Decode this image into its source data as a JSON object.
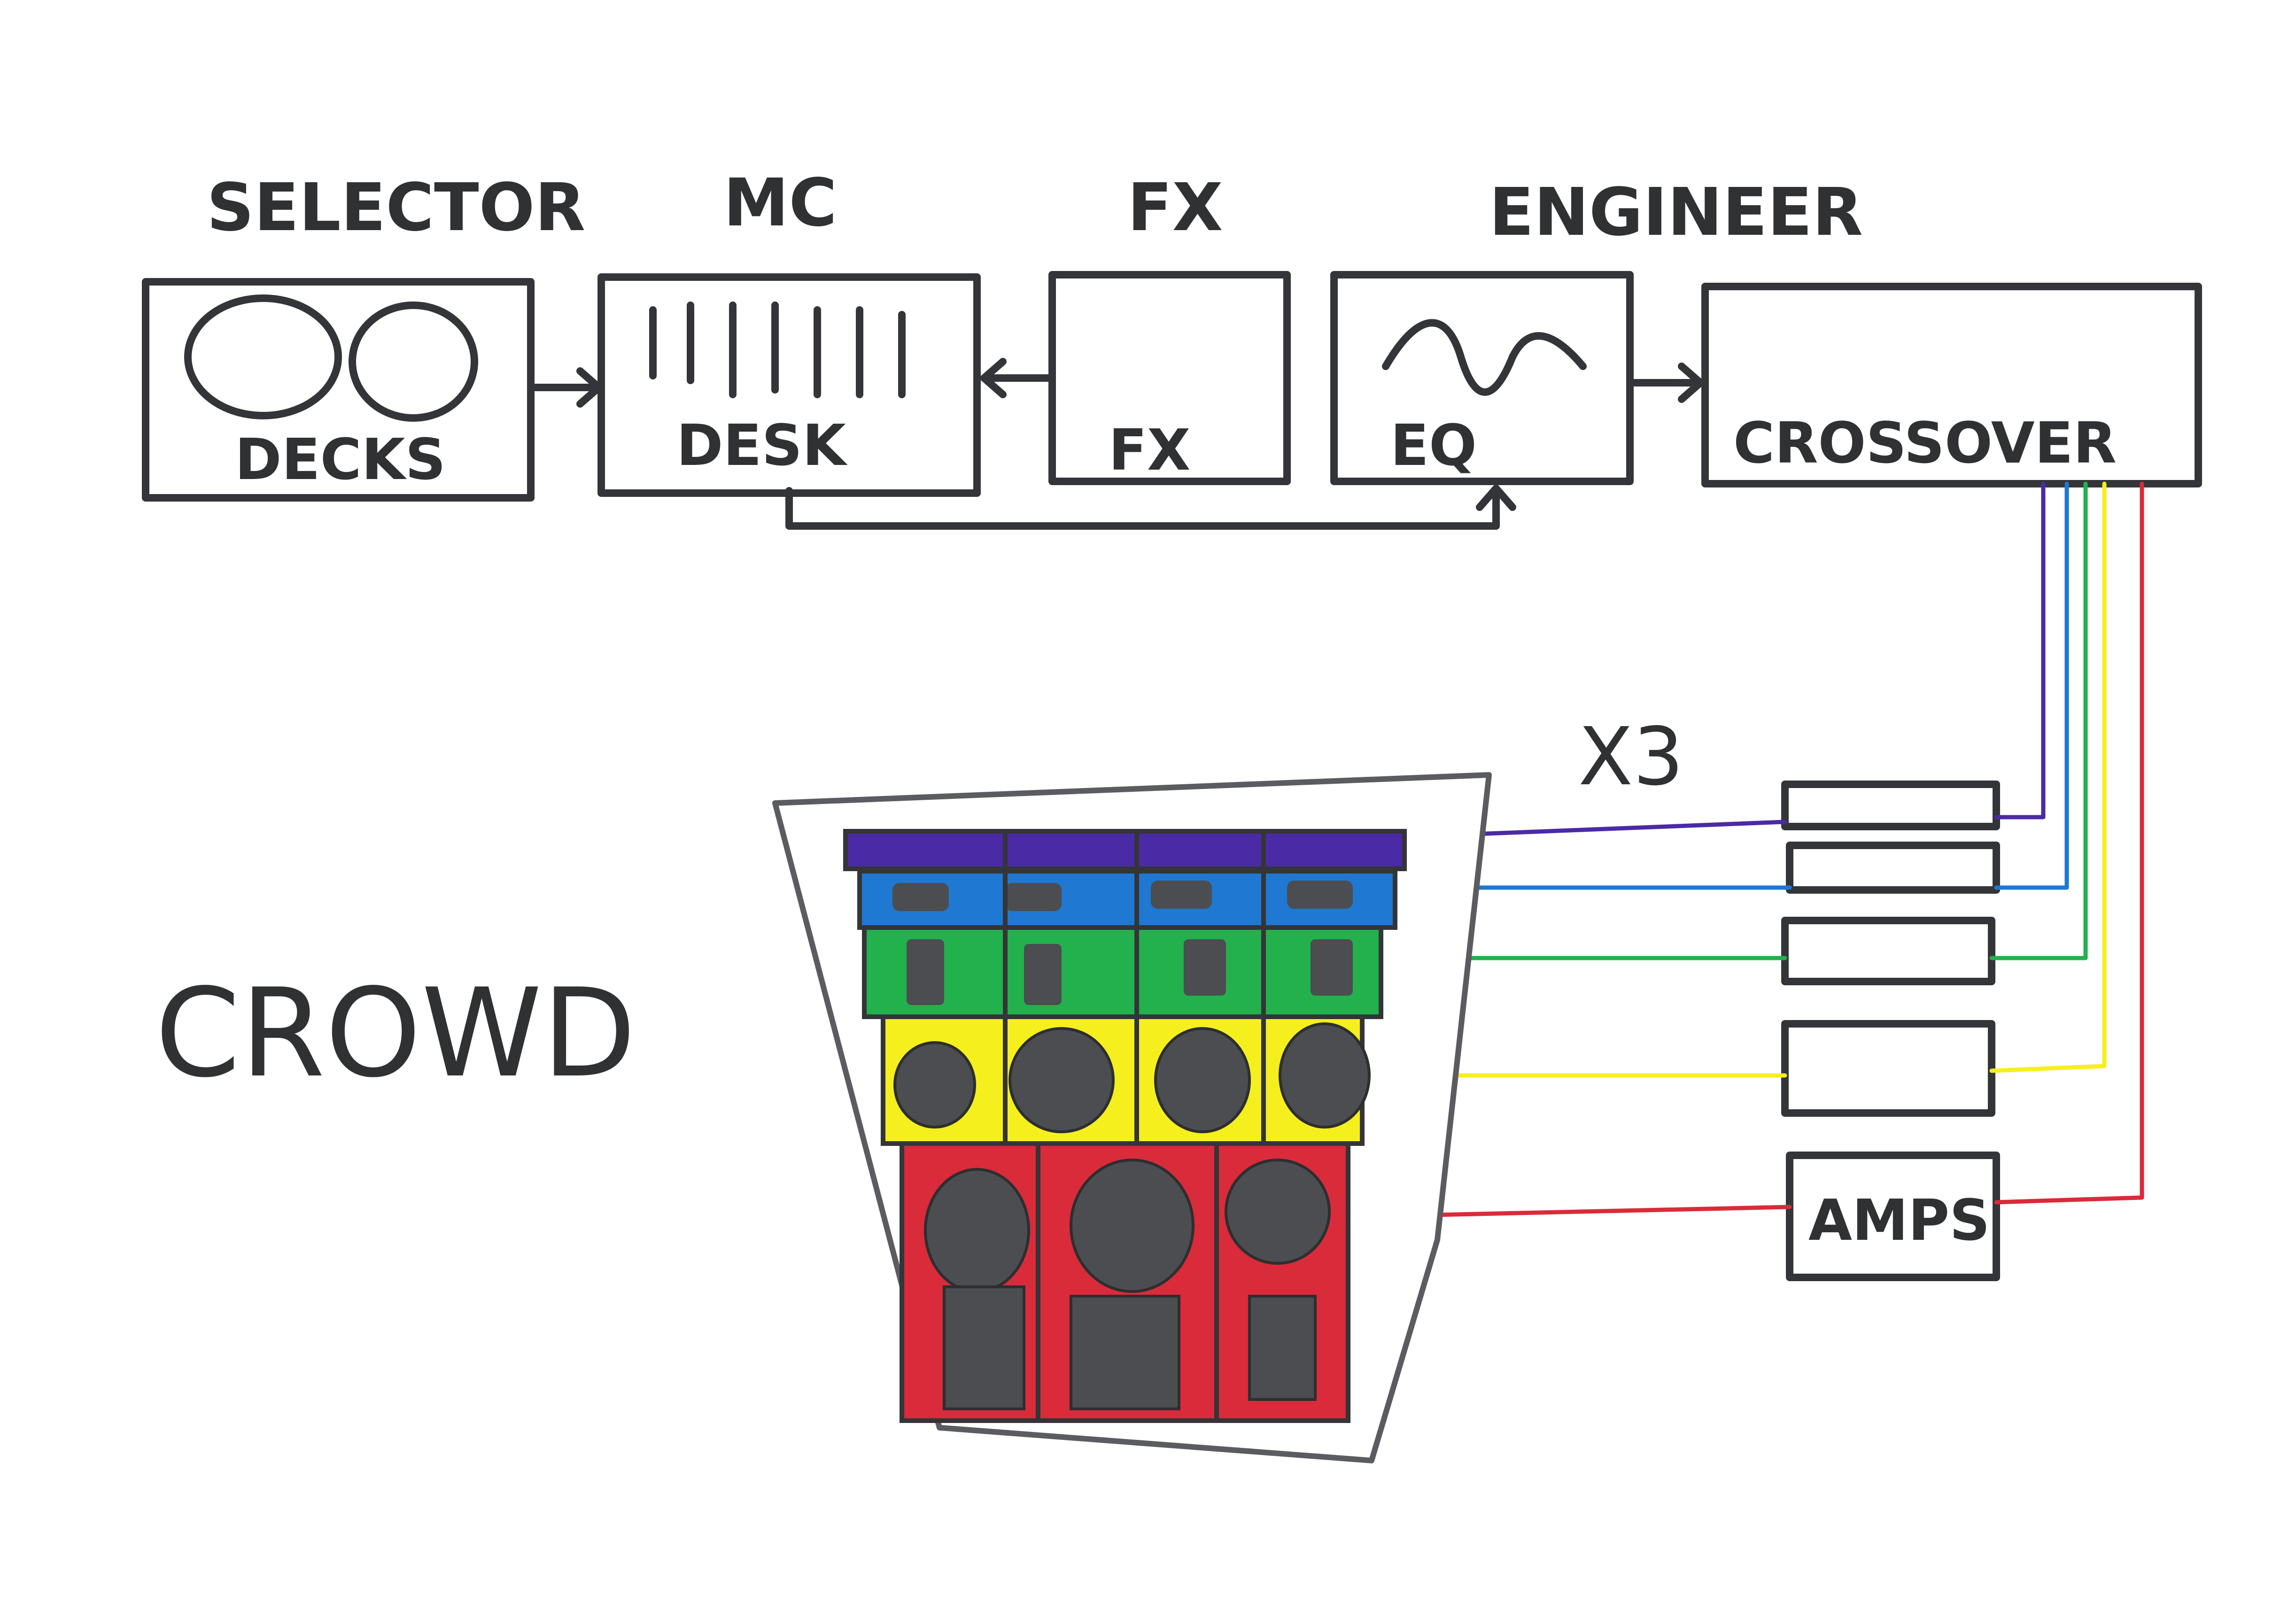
{
  "roles": {
    "selector": "SELECTOR",
    "mc": "MC",
    "fx": "FX",
    "engineer": "ENGINEER"
  },
  "boxes": {
    "decks": "DECKS",
    "desk": "DESK",
    "fx": "FX",
    "eq": "EQ",
    "crossover": "CROSSOVER",
    "amps": "AMPS"
  },
  "multiplier": "X3",
  "crowd": "CROWD",
  "colors": {
    "ink": "#333538",
    "purple": "#4b2aa6",
    "blue": "#1f78d1",
    "green": "#22b14c",
    "yellow": "#f5ef1e",
    "red": "#d92b3a"
  }
}
